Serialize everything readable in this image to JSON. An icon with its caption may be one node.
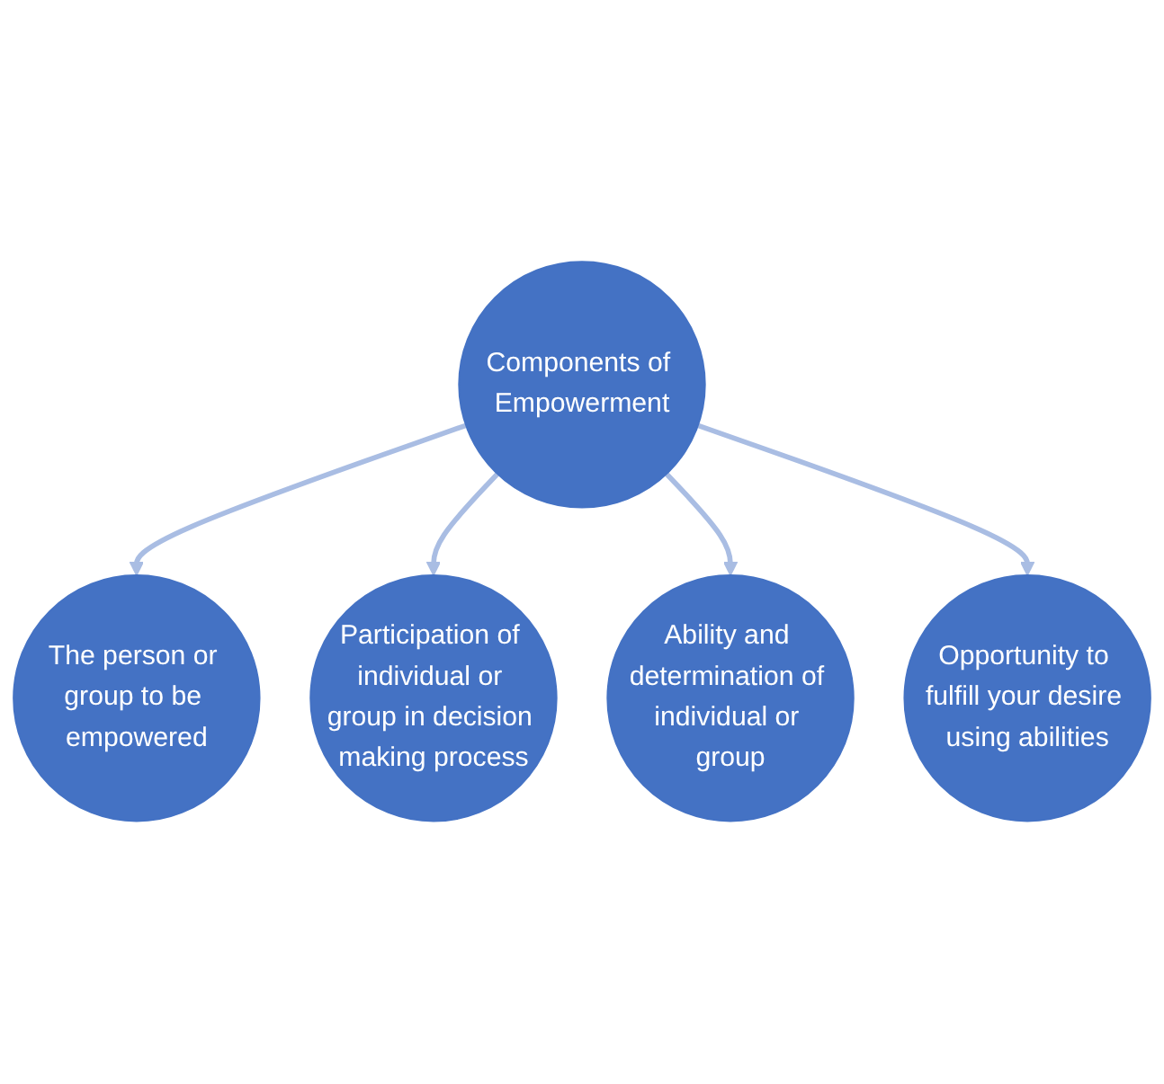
{
  "diagram": {
    "nodes": [
      {
        "text": [
          "The person or group to be empowered"
        ]
      },
      {
        "text": [
          "Opportunity to fulfill your desire using abilities"
        ]
      },
      {
        "text": [
          "Components of Empowerment"
        ]
      },
      {
        "text": [
          "Participation of individual or group in decision making process"
        ]
      },
      {
        "text": [
          "Ability and determination of individual or group"
        ]
      }
    ],
    "edges": [
      {
        "from": 2,
        "to": 0,
        "arrow": "to"
      },
      {
        "from": 2,
        "to": 3,
        "arrow": "to"
      },
      {
        "from": 2,
        "to": 4,
        "arrow": "to"
      },
      {
        "from": 2,
        "to": 1,
        "arrow": "to"
      }
    ]
  }
}
